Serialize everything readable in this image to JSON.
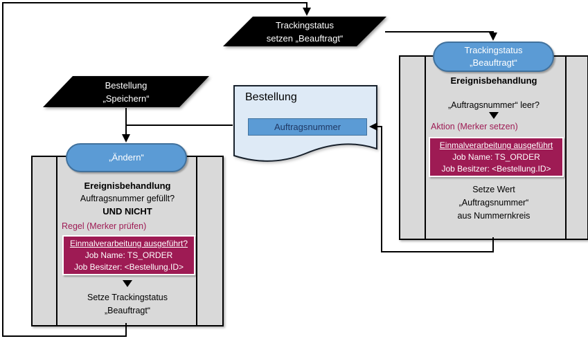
{
  "colors": {
    "accent_blue": "#5B9BD5",
    "accent_blue_border": "#41719C",
    "crimson": "#9E1B54",
    "module_gray": "#D9D9D9",
    "document_fill": "#DEEAF6",
    "field_text": "#1F3864"
  },
  "trigger_top": {
    "lines": [
      "Trackingstatus",
      "setzen „Beauftragt“"
    ]
  },
  "trigger_left": {
    "lines": [
      "Bestellung",
      "„Speichern“"
    ]
  },
  "document": {
    "title": "Bestellung",
    "field": "Auftragsnummer"
  },
  "right_module": {
    "pill_lines": [
      "Trackingstatus",
      "„Beauftragt“"
    ],
    "section": "Ereignisbehandlung",
    "condition": "„Auftragsnummer“ leer?",
    "action_label": "Aktion (Merker setzen)",
    "marker": {
      "title": "Einmalverarbeitung ausgeführt",
      "job_name": "Job Name: TS_ORDER",
      "job_owner": "Job Besitzer: <Bestellung.ID>"
    },
    "result_lines": [
      "Setze Wert",
      "„Auftragsnummer“",
      "aus Nummernkreis"
    ]
  },
  "left_module": {
    "pill": "„Ändern“",
    "section": "Ereignisbehandlung",
    "condition": "Auftragsnummer gefüllt?",
    "operator": "UND NICHT",
    "rule_label": "Regel (Merker prüfen)",
    "marker": {
      "title": "Einmalverarbeitung ausgeführt?",
      "job_name": "Job Name: TS_ORDER",
      "job_owner": "Job Besitzer: <Bestellung.ID>"
    },
    "result_lines": [
      "Setze Trackingstatus",
      "„Beauftragt“"
    ]
  }
}
